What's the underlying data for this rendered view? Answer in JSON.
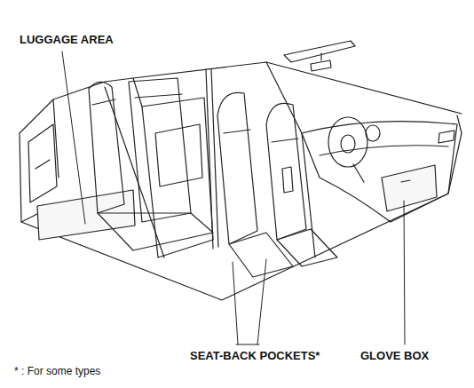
{
  "diagram": {
    "labels": [
      "LUGGAGE AREA",
      "SEAT-BACK POCKETS*",
      "GLOVE BOX",
      "* : For some types"
    ]
  }
}
